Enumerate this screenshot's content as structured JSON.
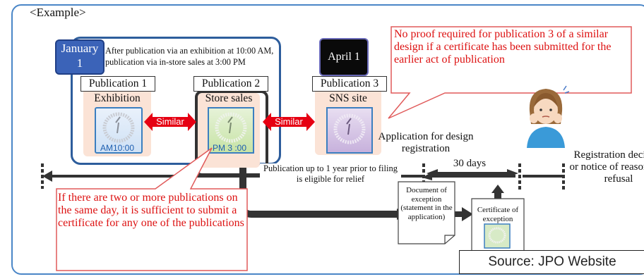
{
  "example_label": "<Example>",
  "date_start": {
    "line1": "January",
    "line2": "1"
  },
  "exhibition_note": "After publication via an exhibition at 10:00 AM, publication via in-store sales at 3:00 PM",
  "date_april": "April 1",
  "publications": [
    {
      "heading": "Publication 1",
      "channel": "Exhibition",
      "time": "AM10:00"
    },
    {
      "heading": "Publication 2",
      "channel": "Store sales",
      "time": "PM 3 :00"
    },
    {
      "heading": "Publication 3",
      "channel": "SNS site"
    }
  ],
  "similar_label": "Similar",
  "callout_top": "No proof required for publication 3 of a similar design if a certificate has been submitted for the earlier act of publication",
  "application_label": "Application for design registration",
  "relief_label": "Publication up to 1 year prior to filing is eligible for relief",
  "days_label": "30 days",
  "registration_label": "Registration decision or notice of reasons for refusal",
  "callout_bottom": "If there are two or more publications on the same day, it is sufficient to submit a certificate for any one of the publications",
  "doc_exception": "Document of exception (statement in the application)",
  "certificate_label": "Certificate of exception",
  "source": "Source: JPO Website",
  "colors": {
    "frame": "#4a86c7",
    "group_border": "#2d5d9c",
    "january_fill": "#3b63b8",
    "similar_arrow": "#e60012",
    "callout_red": "#dd1111",
    "publication_fill": "#fbe3d6"
  }
}
